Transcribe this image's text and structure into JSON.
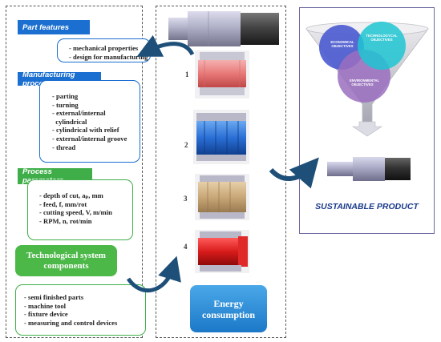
{
  "part_features": {
    "title": "Part features",
    "items": [
      "- mechanical properties",
      "- design for manufacturing"
    ]
  },
  "manufacturing_processes": {
    "title": "Manufacturing processes",
    "items": [
      "- parting",
      "- turning",
      "- external/internal",
      "  cylindrical",
      "- cylindrical with relief",
      "- external/internal groove",
      "- thread"
    ]
  },
  "process_parameters": {
    "title": "Process parameters",
    "items": [
      "- depth of cut, aₚ, mm",
      "- feed, f, mm/rot",
      "- cutting speed, V, m/min",
      "- RPM, n, rot/min"
    ]
  },
  "technological_system": {
    "title_line1": "Technological system",
    "title_line2": "components",
    "items": [
      "- semi finished parts",
      "- machine tool",
      "- fixture device",
      "- measuring and control devices"
    ]
  },
  "stages": {
    "s1": "1",
    "s2": "2",
    "s3": "3",
    "s4": "4"
  },
  "energy": {
    "line1": "Energy",
    "line2": "consumption"
  },
  "objectives": {
    "economical": "ECONOMICAL OBJECTIVES",
    "technological": "TECHNOLOGYCAL OBJECTIVES",
    "environmental": "ENVIRONMENTAL OBJECTIVES"
  },
  "product": {
    "title": "SUSTAINABLE PRODUCT"
  },
  "colors": {
    "blue": "#1b6fd0",
    "green": "#3fae49",
    "arrow": "#1d4f78",
    "stage1": "#e87878",
    "stage2": "#2a6fd6",
    "stage3": "#c9a878",
    "stage4": "#d91c1c"
  }
}
